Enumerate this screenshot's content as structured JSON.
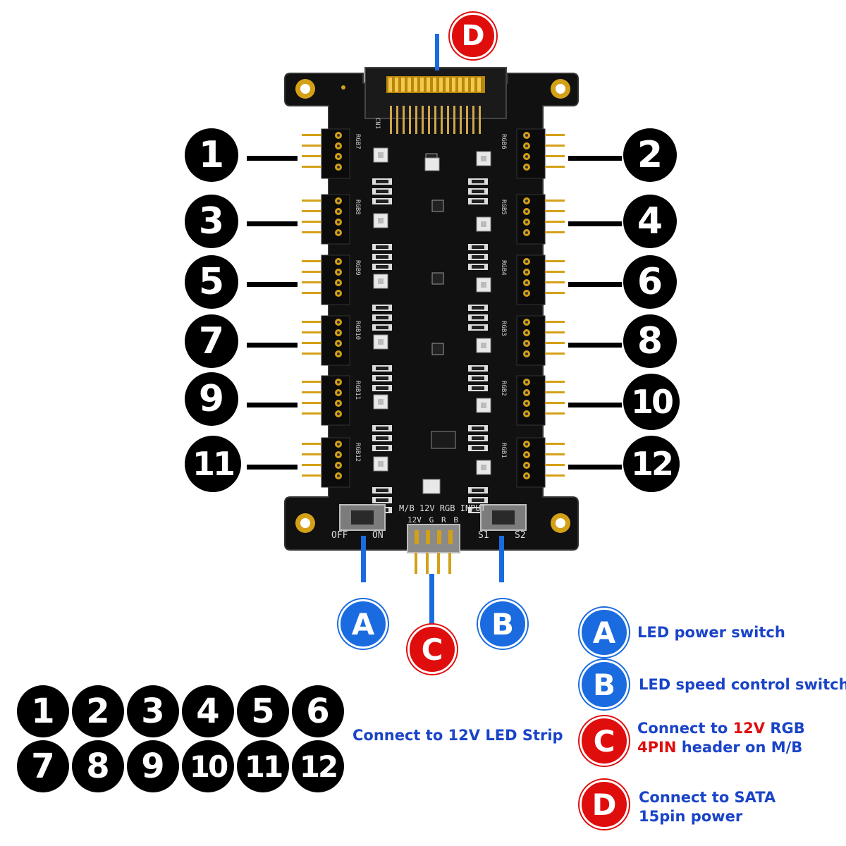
{
  "port_numbers": [
    "1",
    "2",
    "3",
    "4",
    "5",
    "6",
    "7",
    "8",
    "9",
    "10",
    "11",
    "12"
  ],
  "callouts": {
    "a": "A",
    "b": "B",
    "c": "C",
    "d": "D"
  },
  "board": {
    "switch_left": {
      "off": "OFF",
      "on": "ON"
    },
    "switch_right": {
      "s1": "S1",
      "s2": "S2"
    },
    "input_label": "M/B 12V RGB INPUT",
    "header_pins": [
      "12V",
      "G",
      "R",
      "B"
    ],
    "silk_connector": "CN1",
    "silk_rgb": [
      "RGB7",
      "RGB6",
      "RGB8",
      "RGB5",
      "RGB9",
      "RGB4",
      "RGB10",
      "RGB3",
      "RGB11",
      "RGB2",
      "RGB12",
      "RGB1"
    ]
  },
  "legend": {
    "a": {
      "letter": "A",
      "text": "LED power switch"
    },
    "b": {
      "letter": "B",
      "text": "LED speed control switch"
    },
    "c": {
      "letter": "C",
      "line1_pre": "Connect to ",
      "line1_hl": "12V",
      "line1_post": " RGB",
      "line2_hl": "4PIN",
      "line2_post": " header on M/B"
    },
    "d": {
      "letter": "D",
      "line1": "Connect  to SATA",
      "line2": "15pin power"
    },
    "strip_text": "Connect  to 12V LED Strip"
  },
  "colors": {
    "blue": "#1a6be0",
    "red": "#e00d0d",
    "text_blue": "#1a44c8",
    "gold": "#d4a017",
    "pcb": "#111111"
  }
}
